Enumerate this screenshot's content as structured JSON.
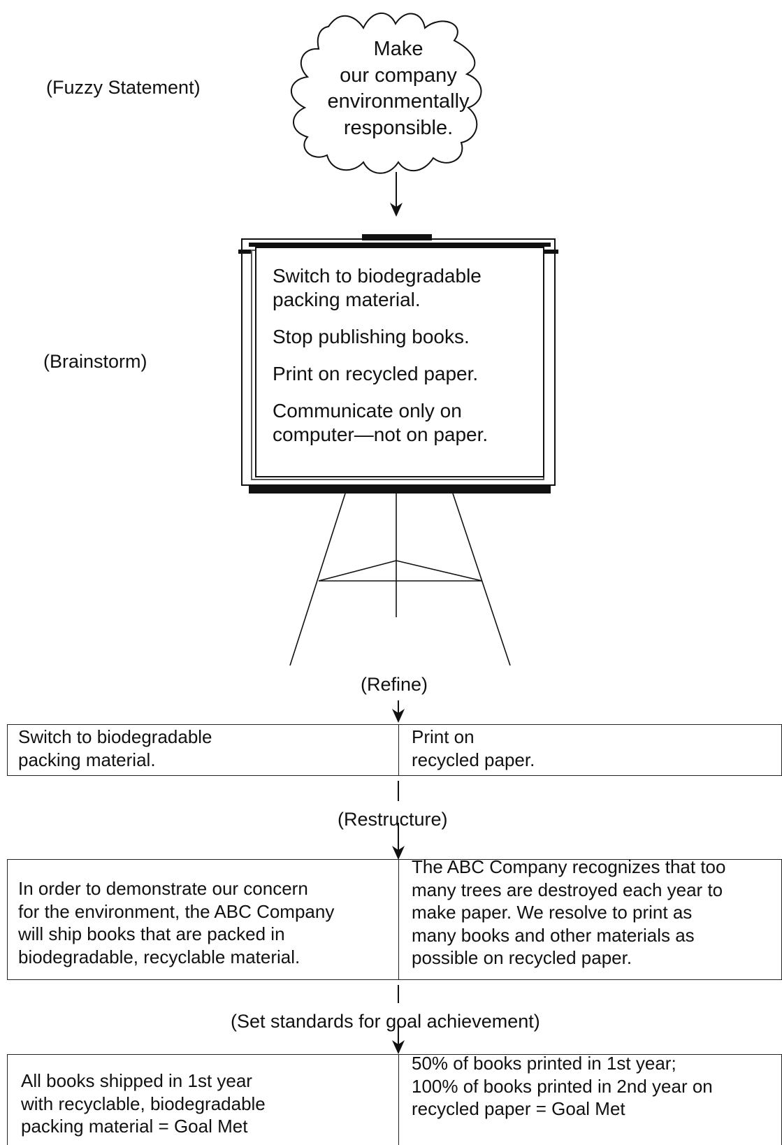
{
  "labels": {
    "fuzzy": "(Fuzzy Statement)",
    "brainstorm": "(Brainstorm)",
    "refine": "(Refine)",
    "restructure": "(Restructure)",
    "standards": "(Set standards for goal achievement)"
  },
  "cloud": {
    "lines": [
      "Make",
      "our company",
      "environmentally",
      "responsible."
    ]
  },
  "flipchart": {
    "items": [
      [
        "Switch to biodegradable",
        "packing material."
      ],
      [
        "Stop publishing books."
      ],
      [
        "Print on recycled paper."
      ],
      [
        "Communicate only on",
        "computer—not on paper."
      ]
    ]
  },
  "refine": {
    "left": [
      "Switch to biodegradable",
      "packing material."
    ],
    "right": [
      "Print on",
      "recycled paper."
    ]
  },
  "restructure": {
    "left": [
      "In order to demonstrate our concern",
      "for the environment, the ABC Company",
      "will ship books that are packed in",
      "biodegradable, recyclable material."
    ],
    "right": [
      "The ABC Company recognizes that too",
      "many trees are destroyed each year to",
      "make paper. We resolve to print as",
      "many books and other materials as",
      "possible on recycled paper."
    ]
  },
  "standards": {
    "left": [
      "All books shipped in 1st year",
      "with recyclable, biodegradable",
      "packing material = Goal Met"
    ],
    "right": [
      "50% of books printed in 1st year;",
      "100% of books printed in 2nd year on",
      "recycled paper = Goal Met"
    ]
  }
}
